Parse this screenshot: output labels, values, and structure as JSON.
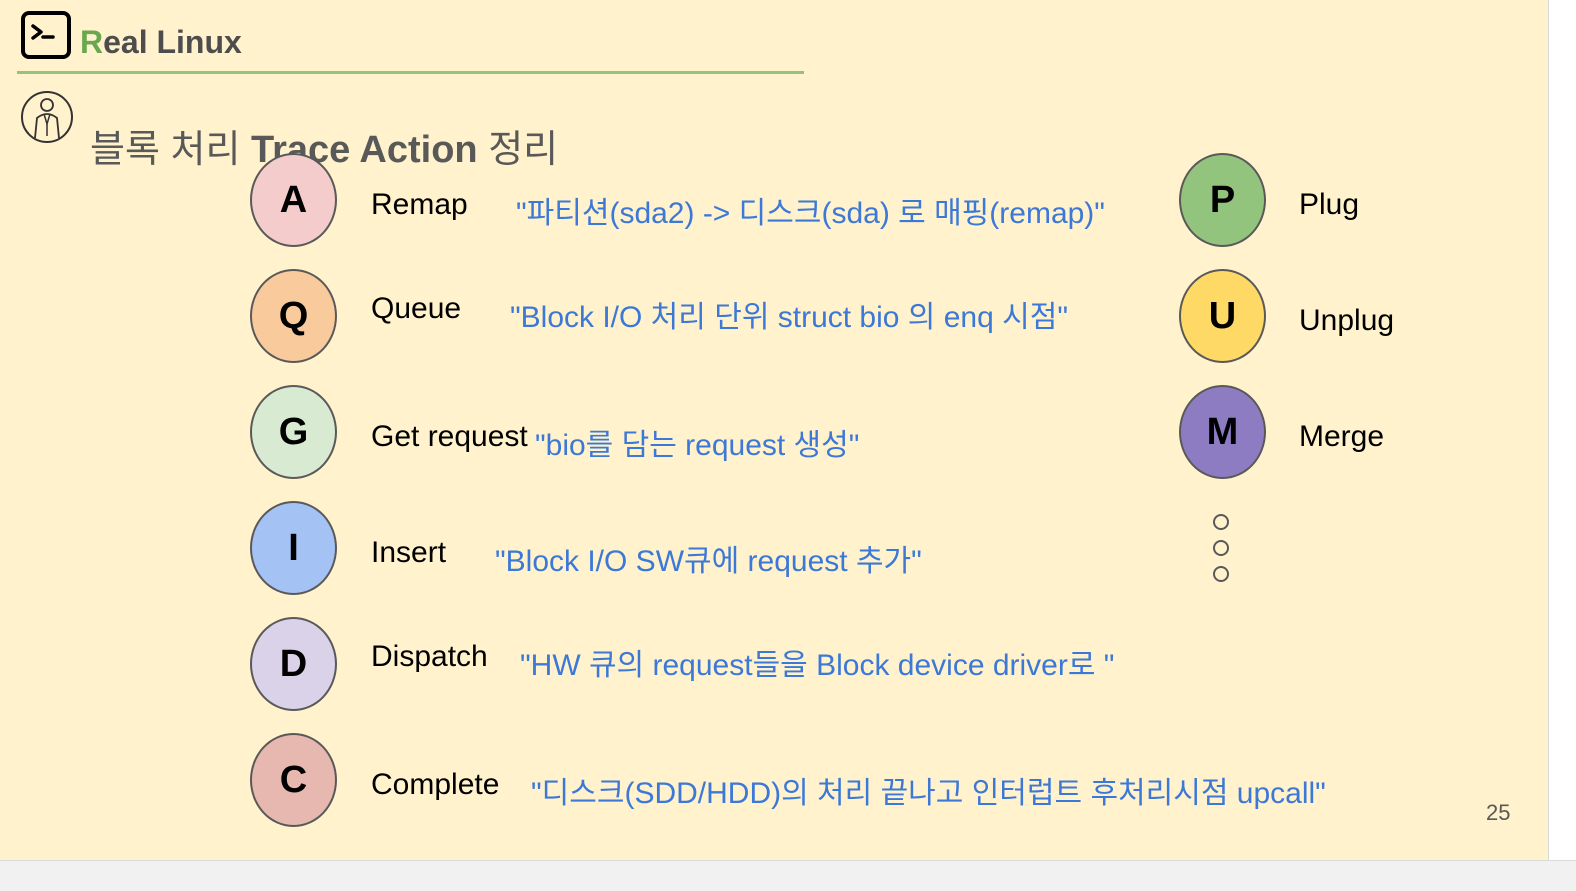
{
  "header": {
    "brand_first": "R",
    "brand_rest": "eal Linux",
    "title_ko1": "블록 처리 ",
    "title_en": "Trace Action",
    "title_ko2": " 정리"
  },
  "actions": [
    {
      "letter": "A",
      "label": "Remap",
      "desc": "\"파티션(sda2) -> 디스크(sda) 로 매핑(remap)\"",
      "color": "#f4cccc"
    },
    {
      "letter": "Q",
      "label": "Queue",
      "desc": "\"Block I/O 처리 단위 struct bio 의 enq 시점\"",
      "color": "#f9cb9c"
    },
    {
      "letter": "G",
      "label": "Get request",
      "desc": "\"bio를 담는 request 생성\"",
      "color": "#d9ead3"
    },
    {
      "letter": "I",
      "label": "Insert",
      "desc": "\"Block I/O SW큐에 request 추가\"",
      "color": "#a4c2f4"
    },
    {
      "letter": "D",
      "label": "Dispatch",
      "desc": "\"HW 큐의 request들을 Block device driver로 \"",
      "color": "#d9d2e9"
    },
    {
      "letter": "C",
      "label": "Complete",
      "desc": "\"디스크(SDD/HDD)의 처리 끝나고 인터럽트 후처리시점 upcall\"",
      "color": "#e6b8af"
    }
  ],
  "side_actions": [
    {
      "letter": "P",
      "label": "Plug",
      "color": "#93c47d"
    },
    {
      "letter": "U",
      "label": "Unplug",
      "color": "#ffd966"
    },
    {
      "letter": "M",
      "label": "Merge",
      "color": "#8e7cc3"
    }
  ],
  "page_number": "25",
  "icons": {
    "logo": "terminal-icon",
    "presenter": "presenter-icon"
  }
}
